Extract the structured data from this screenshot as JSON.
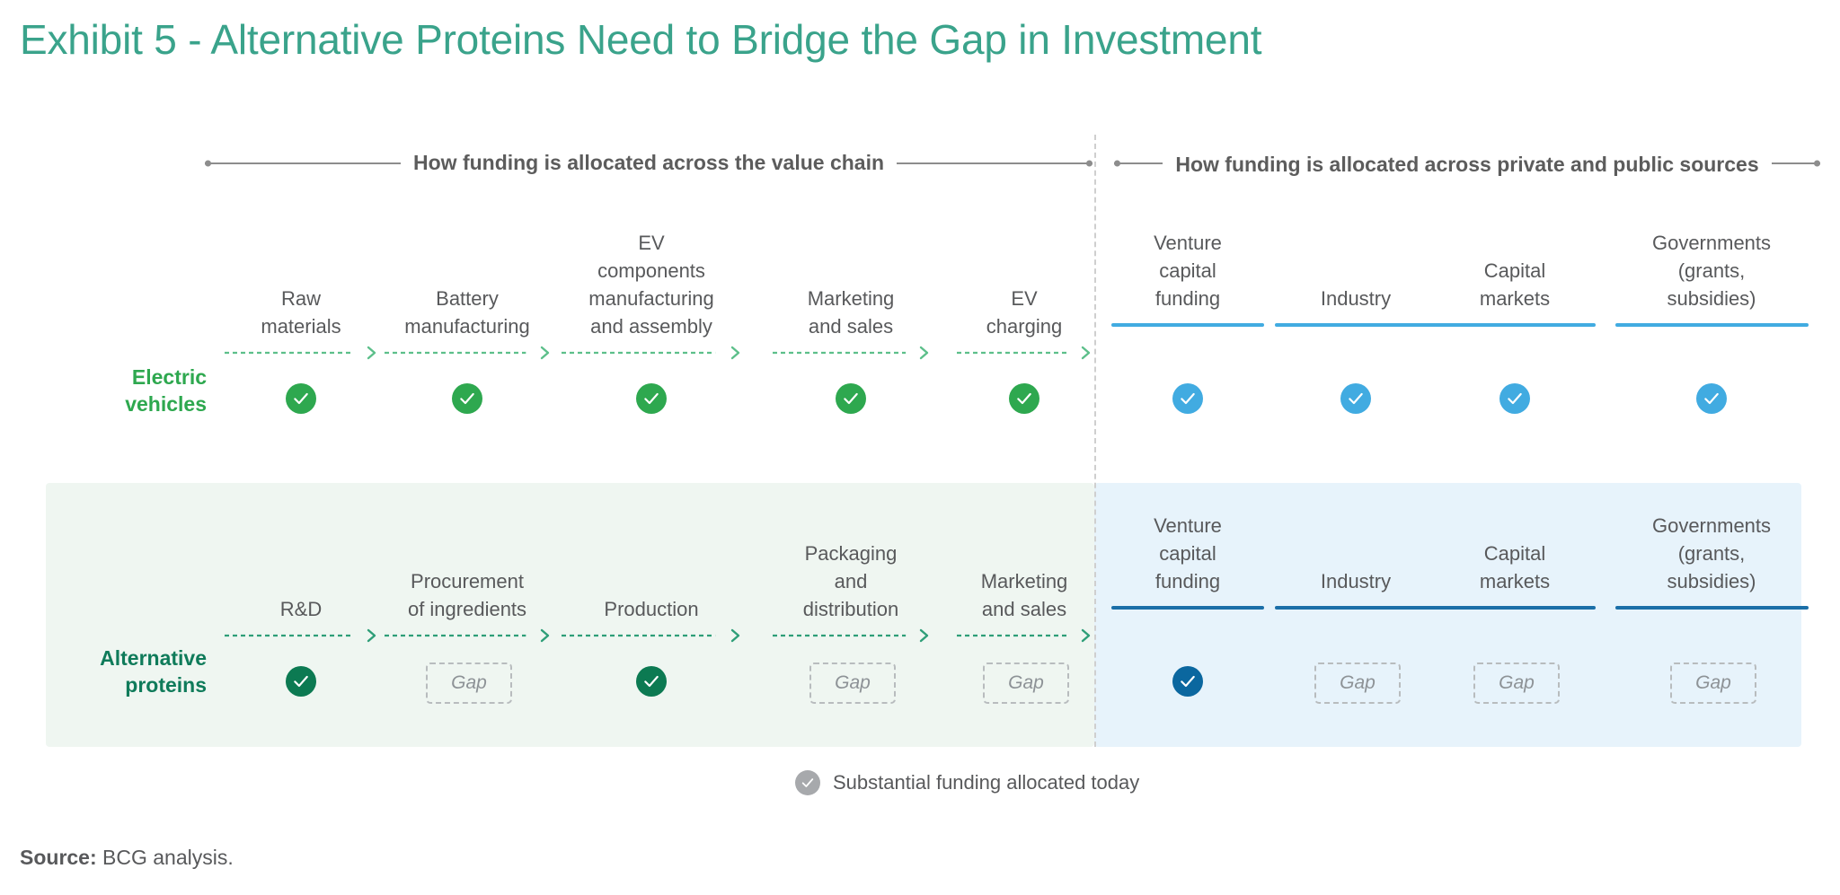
{
  "title": "Exhibit 5 - Alternative Proteins Need to Bridge the Gap in Investment",
  "colors": {
    "title": "#3AA38B",
    "value_chain_arrow": "#5CBF8A",
    "value_chain_arrow_alt": "#2E9E78",
    "source_underline_ev": "#41ABE1",
    "source_underline_ap": "#1B6FA8",
    "check_ev_value_chain": "#2EA84F",
    "check_ev_source": "#41ABE1",
    "check_ap_value_chain": "#0C7A52",
    "check_ap_source": "#0B679F",
    "gap_border": "#b8bcbe",
    "band_green": "#EFF6F1",
    "band_blue": "#E7F3FB"
  },
  "sections": {
    "left": "How funding is allocated across the value chain",
    "right": "How funding is allocated across private and public sources"
  },
  "rows": [
    {
      "id": "electric-vehicles",
      "label": "Electric\nvehicles",
      "label_line1": "Electric",
      "label_line2": "vehicles",
      "value_chain": [
        {
          "caption": "Raw\nmaterials",
          "lines": [
            "Raw",
            "materials"
          ],
          "status": "check"
        },
        {
          "caption": "Battery\nmanufacturing",
          "lines": [
            "Battery",
            "manufacturing"
          ],
          "status": "check"
        },
        {
          "caption": "EV components manufacturing and assembly",
          "lines": [
            "EV",
            "components",
            "manufacturing",
            "and assembly"
          ],
          "status": "check"
        },
        {
          "caption": "Marketing\nand sales",
          "lines": [
            "Marketing",
            "and sales"
          ],
          "status": "check"
        },
        {
          "caption": "EV\ncharging",
          "lines": [
            "EV",
            "charging"
          ],
          "status": "check"
        }
      ],
      "sources": [
        {
          "caption": "Venture capital funding",
          "lines": [
            "Venture",
            "capital",
            "funding"
          ],
          "status": "check"
        },
        {
          "caption": "Industry",
          "lines": [
            "Industry"
          ],
          "status": "check"
        },
        {
          "caption": "Capital\nmarkets",
          "lines": [
            "Capital",
            "markets"
          ],
          "status": "check"
        },
        {
          "caption": "Governments (grants, subsidies)",
          "lines": [
            "Governments",
            "(grants,",
            "subsidies)"
          ],
          "status": "check"
        }
      ]
    },
    {
      "id": "alternative-proteins",
      "label": "Alternative\nproteins",
      "label_line1": "Alternative",
      "label_line2": "proteins",
      "value_chain": [
        {
          "caption": "R&D",
          "lines": [
            "R&D"
          ],
          "status": "check"
        },
        {
          "caption": "Procurement of ingredients",
          "lines": [
            "Procurement",
            "of ingredients"
          ],
          "status": "gap",
          "gap_label": "Gap"
        },
        {
          "caption": "Production",
          "lines": [
            "Production"
          ],
          "status": "check"
        },
        {
          "caption": "Packaging and distribution",
          "lines": [
            "Packaging",
            "and",
            "distribution"
          ],
          "status": "gap",
          "gap_label": "Gap"
        },
        {
          "caption": "Marketing\nand sales",
          "lines": [
            "Marketing",
            "and sales"
          ],
          "status": "gap",
          "gap_label": "Gap"
        }
      ],
      "sources": [
        {
          "caption": "Venture capital funding",
          "lines": [
            "Venture",
            "capital",
            "funding"
          ],
          "status": "check"
        },
        {
          "caption": "Industry",
          "lines": [
            "Industry"
          ],
          "status": "gap",
          "gap_label": "Gap"
        },
        {
          "caption": "Capital\nmarkets",
          "lines": [
            "Capital",
            "markets"
          ],
          "status": "gap",
          "gap_label": "Gap"
        },
        {
          "caption": "Governments (grants, subsidies)",
          "lines": [
            "Governments",
            "(grants,",
            "subsidies)"
          ],
          "status": "gap",
          "gap_label": "Gap"
        }
      ]
    }
  ],
  "legend": {
    "icon": "check-circle-icon",
    "text": "Substantial funding allocated today"
  },
  "source": {
    "label": "Source:",
    "text": " BCG analysis."
  }
}
